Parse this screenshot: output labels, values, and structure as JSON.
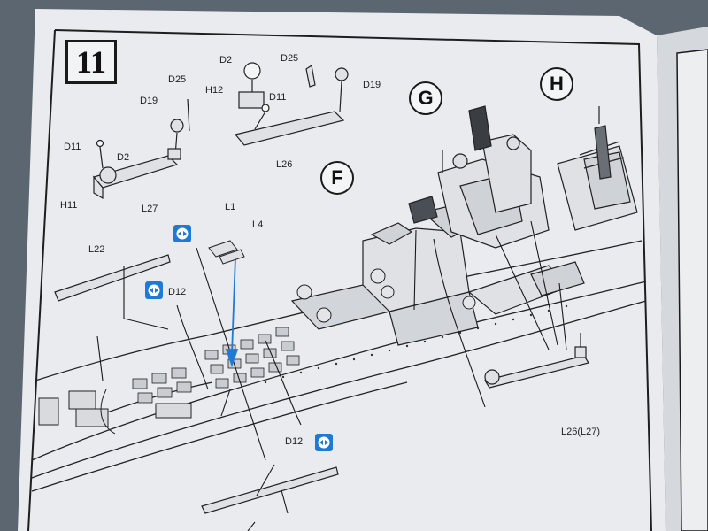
{
  "step": {
    "number": "11"
  },
  "sections": [
    "F",
    "G",
    "H"
  ],
  "labels": {
    "d2_top": "D2",
    "d25_top": "D25",
    "h12": "H12",
    "d11_top": "D11",
    "d19_top": "D19",
    "l26_top": "L26",
    "d25_left": "D25",
    "d19_left": "D19",
    "d11_left": "D11",
    "d2_left": "D2",
    "h11": "H11",
    "l27": "L27",
    "l1": "L1",
    "l4": "L4",
    "l22": "L22",
    "d12_top": "D12",
    "d12_bottom": "D12",
    "l26_l27": "L26(L27)"
  },
  "icons": [
    "symmetry-icon",
    "symmetry-icon",
    "symmetry-icon"
  ],
  "colors": {
    "page": "#eef0f3",
    "ink": "#1c1f24",
    "accent": "#1f7ad6"
  }
}
